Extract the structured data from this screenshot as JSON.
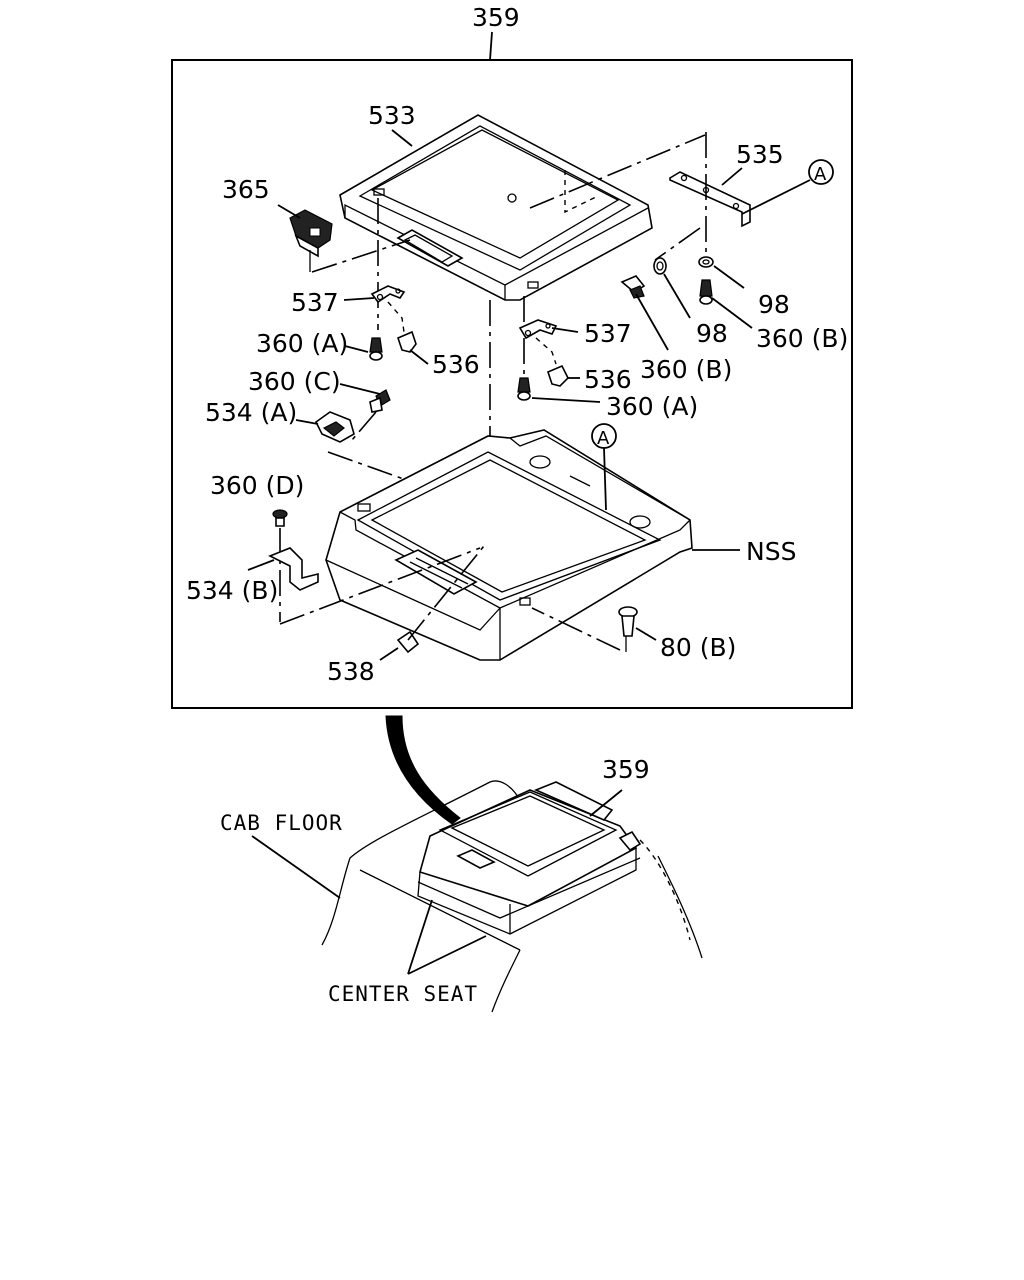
{
  "assembly": {
    "top_number": "359",
    "callouts": {
      "c533": "533",
      "c535": "535",
      "c365": "365",
      "ref_a_top": "A",
      "c537_left": "537",
      "c537_right": "537",
      "c98_right": "98",
      "c98_mid": "98",
      "c360a_left": "360 (A)",
      "c536_left": "536",
      "c360b_mid": "360 (B)",
      "c360b_right": "360 (B)",
      "c536_right": "536",
      "c360c": "360 (C)",
      "c534a": "534 (A)",
      "c360a_right": "360 (A)",
      "ref_a_body": "A",
      "c360d": "360 (D)",
      "nss": "NSS",
      "c534b": "534 (B)",
      "c80b": "80 (B)",
      "c538": "538"
    }
  },
  "location_view": {
    "number": "359",
    "cab_floor": "CAB FLOOR",
    "center_seat": "CENTER SEAT"
  }
}
